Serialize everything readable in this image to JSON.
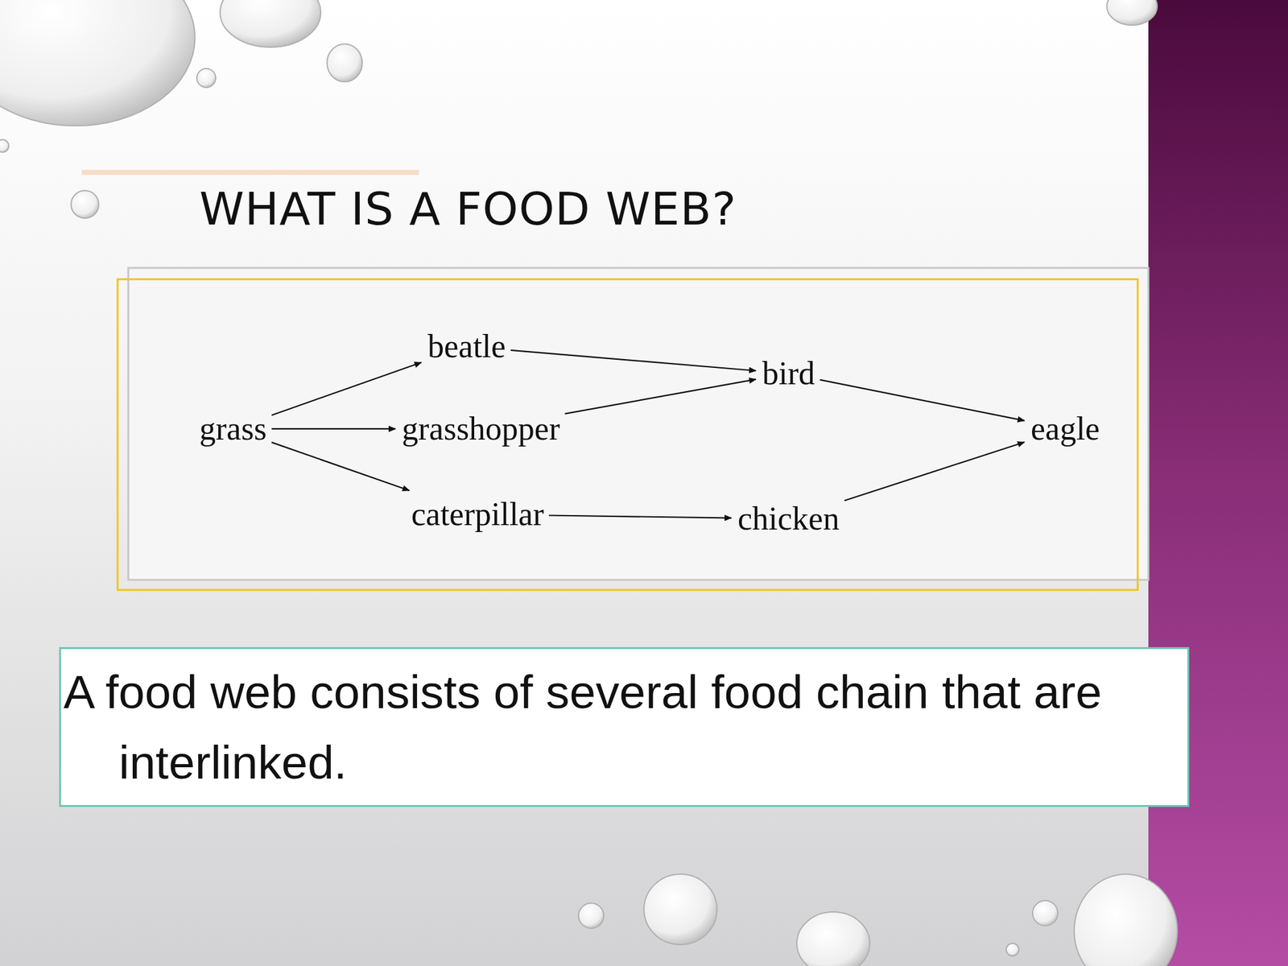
{
  "diagram": {
    "title": "WHAT IS A FOOD WEB?",
    "caption": "A food web consists of several food chain that are interlinked.",
    "nodes": [
      {
        "text": [
          "grass"
        ]
      },
      {
        "text": [
          "beatle"
        ]
      },
      {
        "text": [
          "grasshopper"
        ]
      },
      {
        "text": [
          "caterpillar"
        ]
      },
      {
        "text": [
          "bird"
        ]
      },
      {
        "text": [
          "chicken"
        ]
      },
      {
        "text": [
          "eagle"
        ]
      }
    ],
    "edges": [
      {
        "from": 0,
        "to": 1,
        "arrow": "to"
      },
      {
        "from": 0,
        "to": 2,
        "arrow": "to"
      },
      {
        "from": 0,
        "to": 3,
        "arrow": "to"
      },
      {
        "from": 1,
        "to": 4,
        "arrow": "to"
      },
      {
        "from": 2,
        "to": 4,
        "arrow": "to"
      },
      {
        "from": 4,
        "to": 6,
        "arrow": "to"
      },
      {
        "from": 3,
        "to": 5,
        "arrow": "to"
      },
      {
        "from": 5,
        "to": 6,
        "arrow": "to"
      }
    ]
  }
}
